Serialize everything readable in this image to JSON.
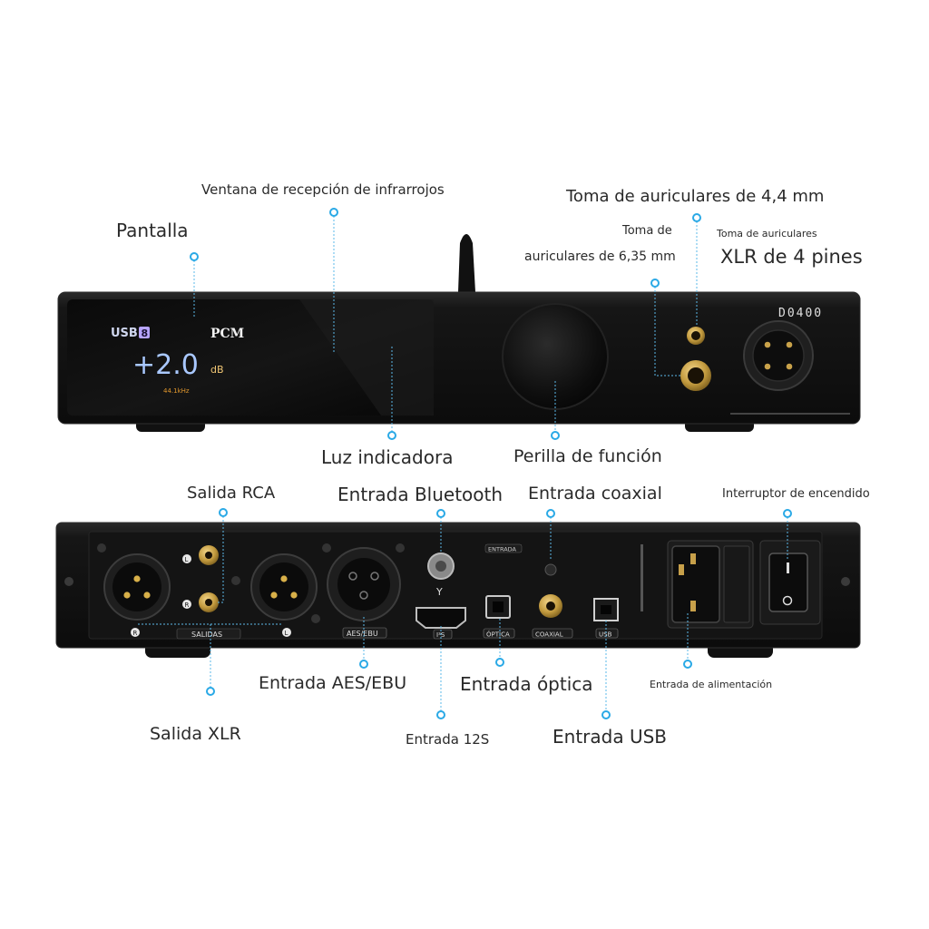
{
  "front_panel": {
    "display": {
      "source": "USB",
      "source_badge": "8",
      "format": "PCM",
      "volume": "+2.0",
      "volume_unit": "dB",
      "sample_rate": "44.1kHz"
    },
    "model": "D0400"
  },
  "labels": {
    "ir_window": "Ventana de recepción de infrarrojos",
    "display": "Pantalla",
    "headphone_44": "Toma de auriculares de 4,4 mm",
    "headphone_635_line1": "Toma de",
    "headphone_635_line2": "auriculares de 6,35 mm",
    "xlr4_line1": "Toma de auriculares",
    "xlr4_line2": "XLR de 4 pines",
    "indicator": "Luz indicadora",
    "knob": "Perilla de función",
    "rca_out": "Salida RCA",
    "bt_in": "Entrada Bluetooth",
    "coax_in": "Entrada coaxial",
    "power_switch": "Interruptor de encendido",
    "aes_in": "Entrada AES/EBU",
    "optical_in": "Entrada óptica",
    "xlr_out": "Salida XLR",
    "i2s_in": "Entrada 12S",
    "usb_in": "Entrada USB",
    "power_in": "Entrada de alimentación"
  },
  "rear_panel": {
    "outputs": "SALIDAS",
    "aes": "AES/EBU",
    "i2s": "I²S",
    "optical": "ÓPTICA",
    "coaxial": "COAXIAL",
    "usb": "USB",
    "bt_tag": "ENTRADA",
    "r": "R",
    "l": "L"
  },
  "colors": {
    "accent_dot": "#2aa9e6",
    "leader_line": "#5bb8e8",
    "device_body": "#141414",
    "display_volume": "#a9c8ff",
    "display_rate": "#e0962c",
    "gold": "#c9a24a"
  }
}
